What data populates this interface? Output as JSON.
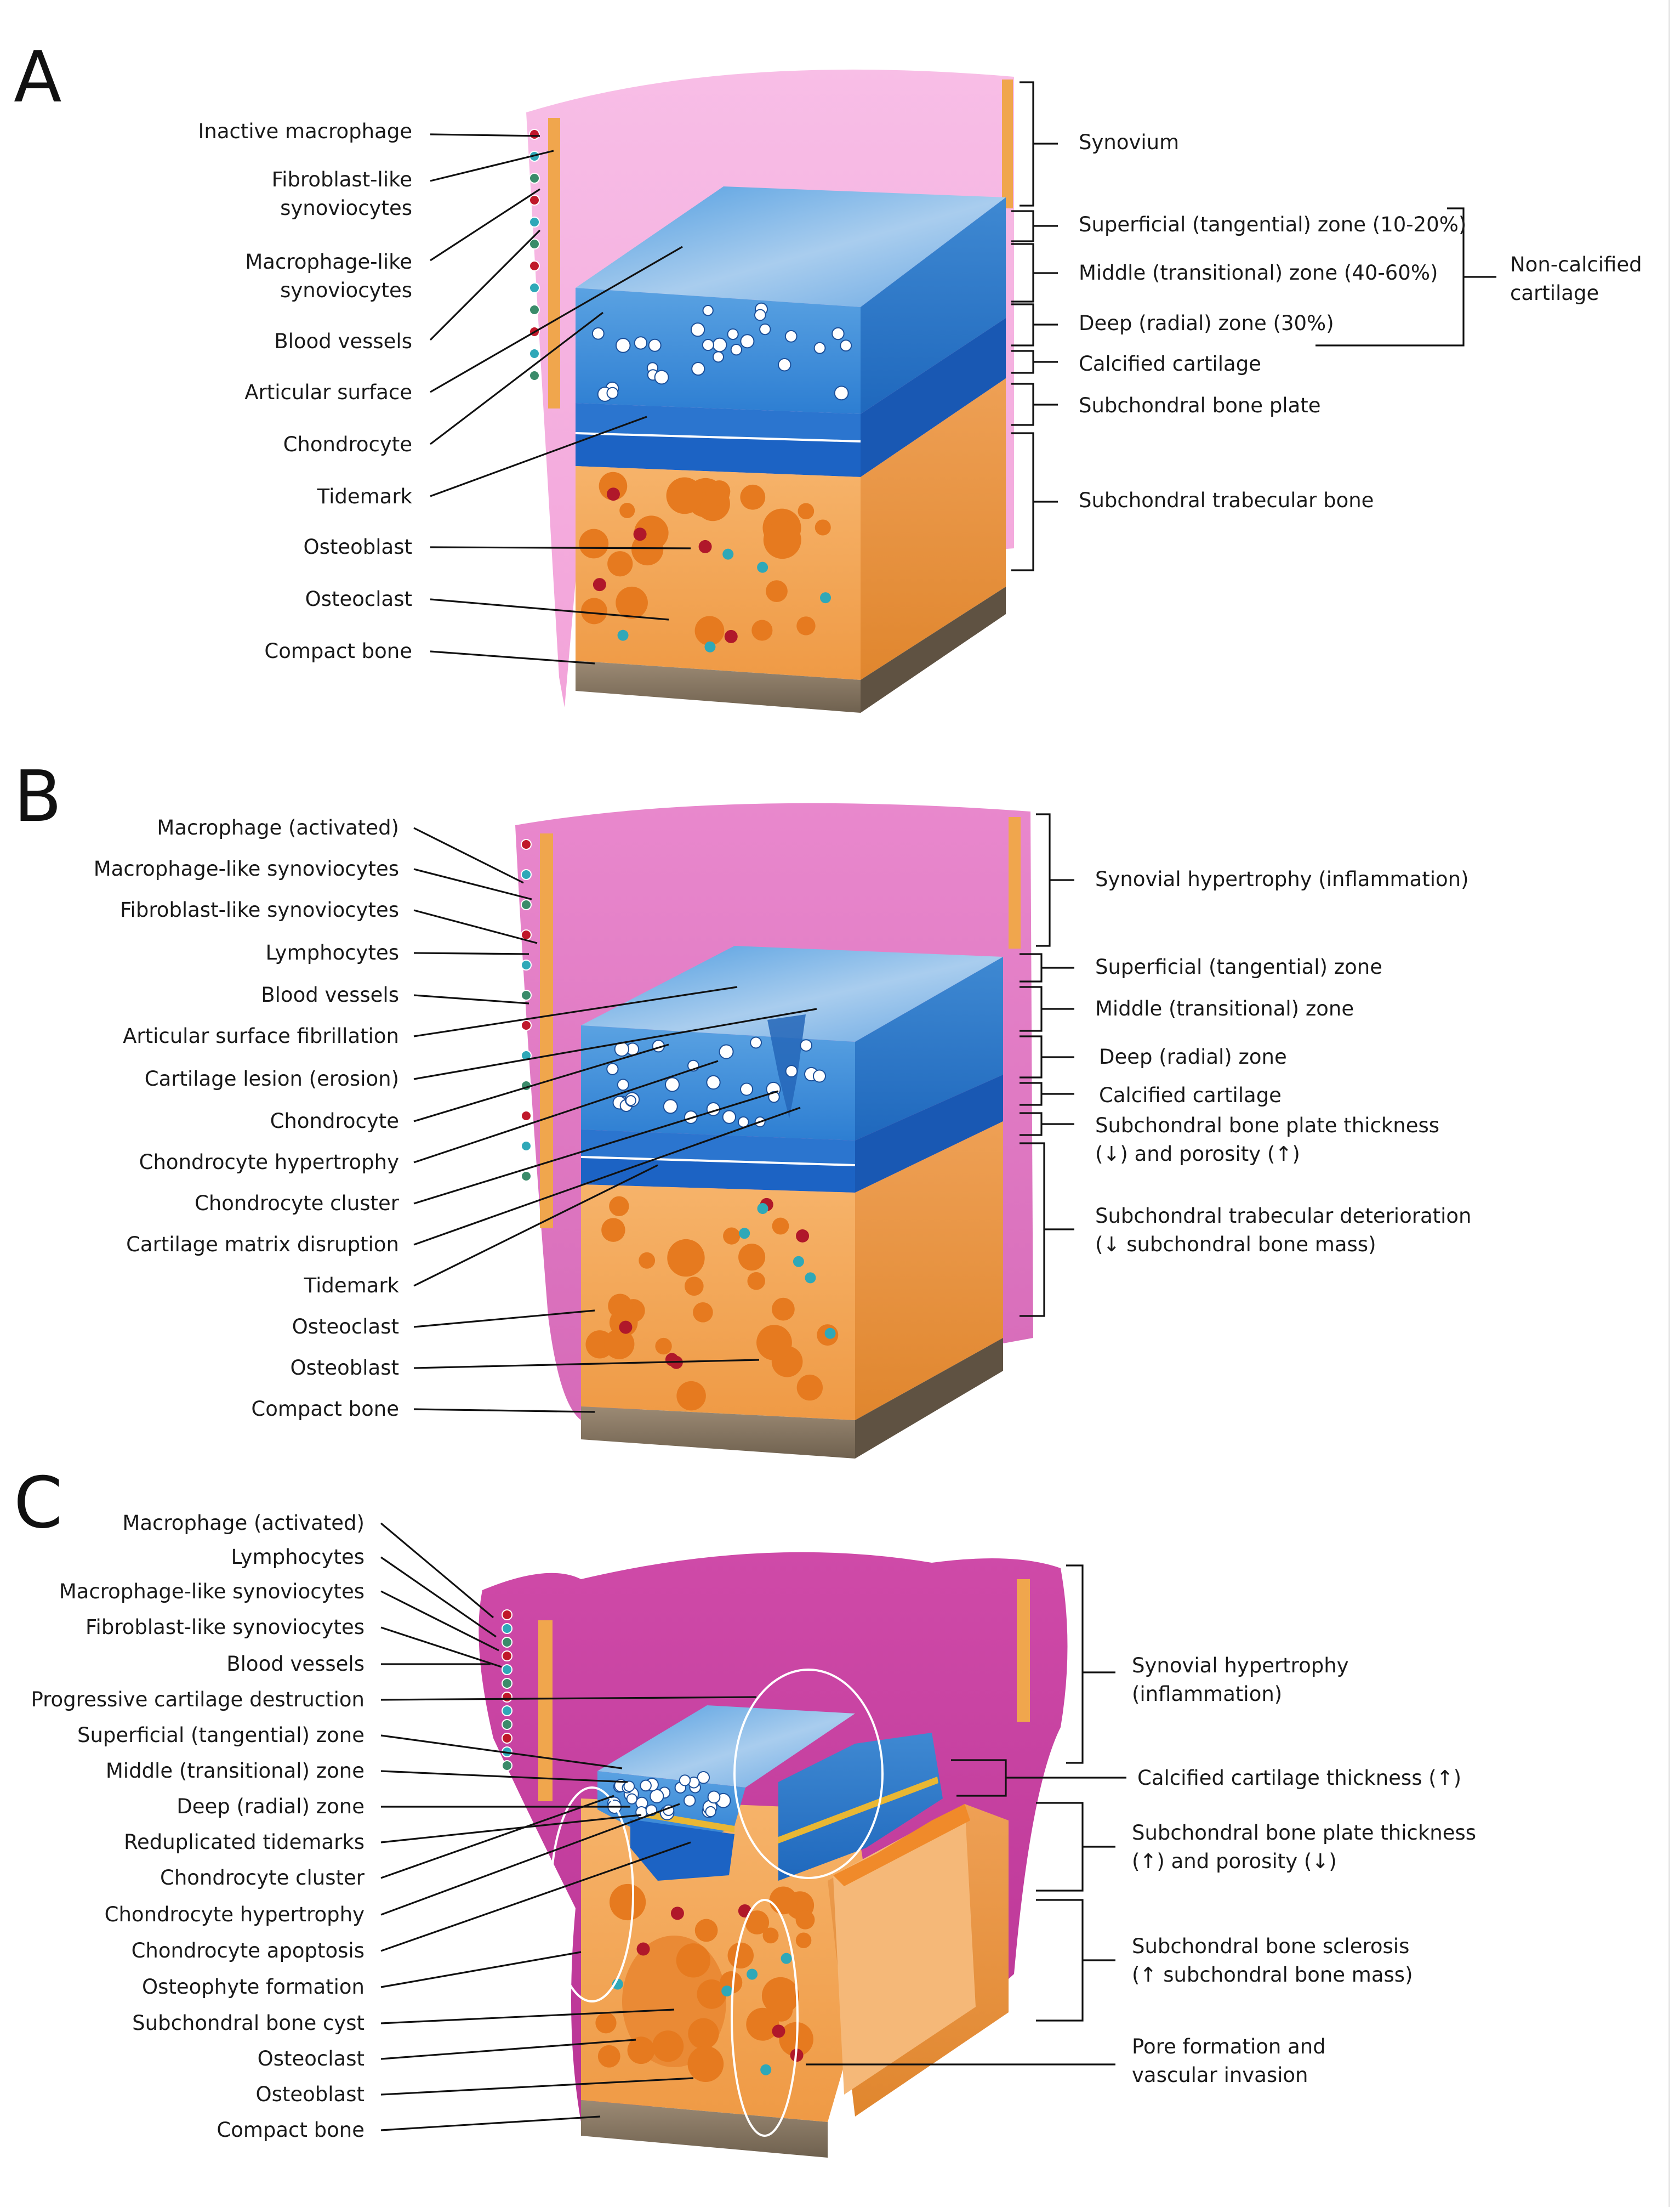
{
  "panels": [
    {
      "letter": "A",
      "left_labels": [
        "Inactive macrophage",
        "Fibroblast-like|synoviocytes",
        "Macrophage-like|synoviocytes",
        "Blood vessels",
        "Articular surface",
        "Chondrocyte",
        "Tidemark",
        "Osteoblast",
        "Osteoclast",
        "Compact bone"
      ],
      "right_labels": [
        "Synovium",
        "Superficial (tangential) zone (10-20%)",
        "Middle (transitional) zone (40-60%)",
        "Deep (radial) zone (30%)",
        "Calcified cartilage",
        "Subchondral bone plate",
        "Subchondral trabecular bone"
      ],
      "group_label": "Non-calcified|cartilage"
    },
    {
      "letter": "B",
      "left_labels": [
        "Macrophage (activated)",
        "Macrophage-like synoviocytes",
        "Fibroblast-like synoviocytes",
        "Lymphocytes",
        "Blood vessels",
        "Articular surface fibrillation",
        "Cartilage lesion (erosion)",
        "Chondrocyte",
        "Chondrocyte hypertrophy",
        "Chondrocyte cluster",
        "Cartilage matrix disruption",
        "Tidemark",
        "Osteoclast",
        "Osteoblast",
        "Compact bone"
      ],
      "right_labels": [
        "Synovial hypertrophy (inflammation)",
        "Superficial (tangential) zone",
        "Middle (transitional) zone",
        "Deep (radial) zone",
        "Calcified cartilage",
        "Subchondral bone plate thickness|(↓) and porosity (↑)",
        "Subchondral trabecular deterioration|(↓ subchondral bone mass)"
      ]
    },
    {
      "letter": "C",
      "left_labels": [
        "Macrophage (activated)",
        "Lymphocytes",
        "Macrophage-like synoviocytes",
        "Fibroblast-like synoviocytes",
        "Blood vessels",
        "Progressive cartilage destruction",
        "Superficial (tangential) zone",
        "Middle (transitional) zone",
        "Deep (radial) zone",
        "Reduplicated tidemarks",
        "Chondrocyte cluster",
        "Chondrocyte hypertrophy",
        "Chondrocyte apoptosis",
        "Osteophyte formation",
        "Subchondral bone cyst",
        "Osteoclast",
        "Osteoblast",
        "Compact bone"
      ],
      "right_labels": [
        "Synovial hypertrophy|(inflammation)",
        "Calcified cartilage thickness (↑)",
        "Subchondral bone plate thickness|(↑) and porosity (↓)",
        "Subchondral bone sclerosis|(↑ subchondral bone mass)",
        "Pore formation and|vascular invasion"
      ]
    }
  ],
  "colors": {
    "synovium_normal": "#f4a9dd",
    "synovium_inflamed": "#d659b4",
    "cartilage": "#3d8fd9",
    "cartilage_surface": "#7fb6e6",
    "bone_plate": "#1f6fd0",
    "trabecular_bone": "#f3a457",
    "marrow_cavity": "#e97a1c",
    "compact_bone": "#8a7a66",
    "osteoclast": "#b0182a",
    "osteoblast": "#2fa8b8"
  }
}
